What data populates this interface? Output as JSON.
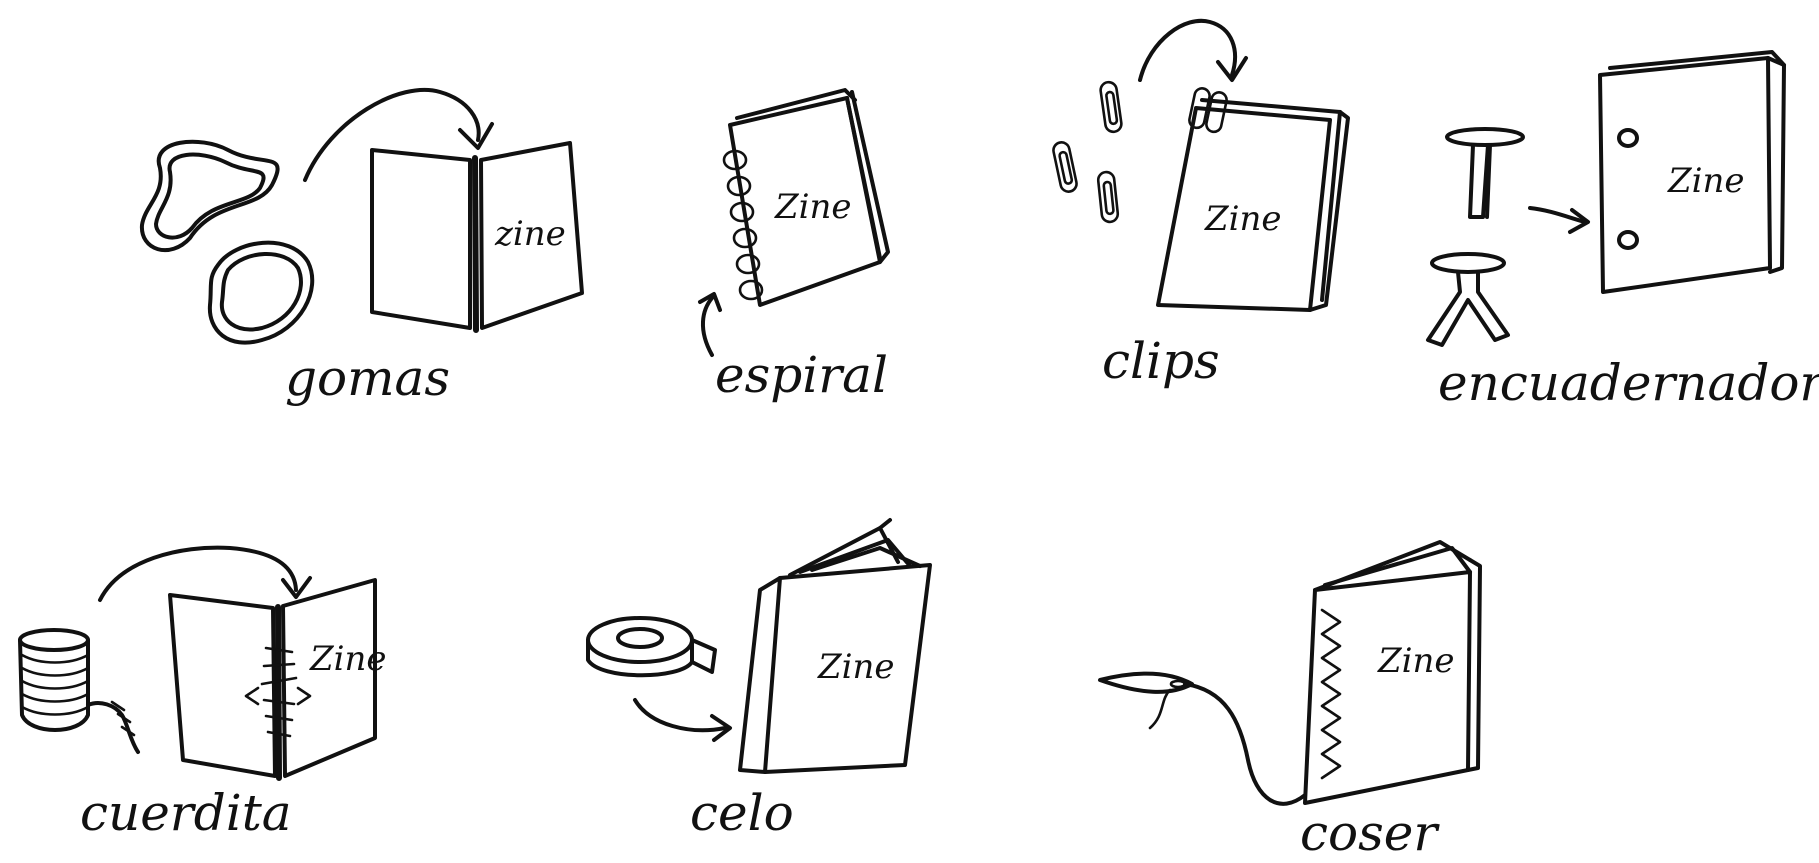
{
  "ink_color": "#111111",
  "background_color": "#ffffff",
  "bindings": {
    "gomas": {
      "caption": "gomas",
      "book_text": "zine"
    },
    "espiral": {
      "caption": "espiral",
      "book_text": "Zine"
    },
    "clips": {
      "caption": "clips",
      "book_text": "Zine"
    },
    "encuadernadores": {
      "caption": "encuadernadores",
      "book_text": "Zine"
    },
    "cuerdita": {
      "caption": "cuerdita",
      "book_text": "Zine"
    },
    "celo": {
      "caption": "celo",
      "book_text": "Zine"
    },
    "coser": {
      "caption": "coser",
      "book_text": "Zine"
    }
  }
}
